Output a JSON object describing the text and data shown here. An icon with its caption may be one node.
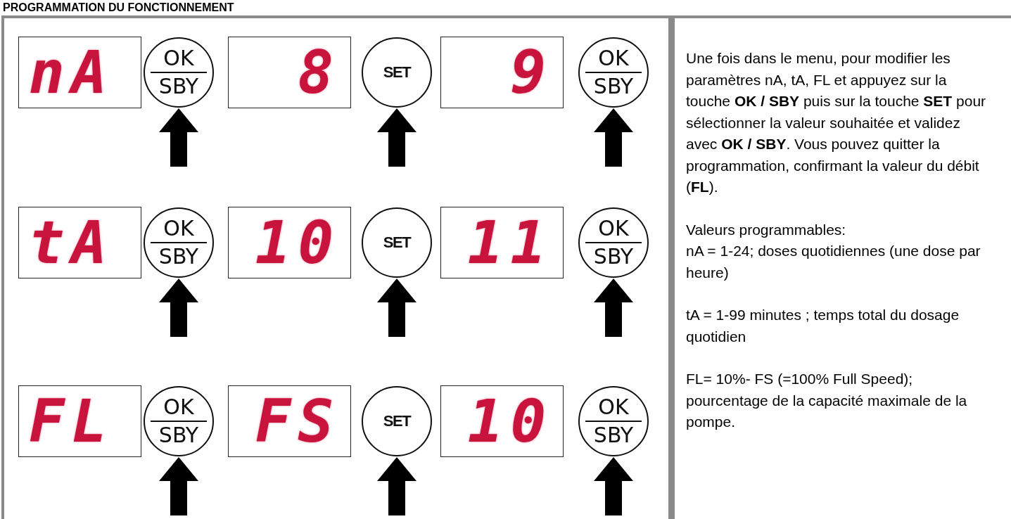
{
  "diagram": {
    "title": "PROGRAMMATION DU FONCTIONNEMENT",
    "nodes": [
      {
        "text": [
          "nA"
        ]
      },
      {
        "text": [
          "OK",
          "SBY"
        ]
      },
      {
        "text": [
          "8"
        ]
      },
      {
        "text": [
          "SET"
        ]
      },
      {
        "text": [
          "9"
        ]
      },
      {
        "text": [
          "OK",
          "SBY"
        ]
      },
      {
        "text": [
          "tA"
        ]
      },
      {
        "text": [
          "OK",
          "SBY"
        ]
      },
      {
        "text": [
          "10"
        ]
      },
      {
        "text": [
          "SET"
        ]
      },
      {
        "text": [
          "11"
        ]
      },
      {
        "text": [
          "OK",
          "SBY"
        ]
      },
      {
        "text": [
          "FL"
        ]
      },
      {
        "text": [
          "OK",
          "SBY"
        ]
      },
      {
        "text": [
          "FS"
        ]
      },
      {
        "text": [
          "SET"
        ]
      },
      {
        "text": [
          "10"
        ]
      },
      {
        "text": [
          "OK",
          "SBY"
        ]
      }
    ],
    "edges": [
      {
        "from": null,
        "to": 1,
        "arrow": "to"
      },
      {
        "from": null,
        "to": 3,
        "arrow": "to"
      },
      {
        "from": null,
        "to": 5,
        "arrow": "to"
      },
      {
        "from": null,
        "to": 7,
        "arrow": "to"
      },
      {
        "from": null,
        "to": 9,
        "arrow": "to"
      },
      {
        "from": null,
        "to": 11,
        "arrow": "to"
      },
      {
        "from": null,
        "to": 13,
        "arrow": "to"
      },
      {
        "from": null,
        "to": 15,
        "arrow": "to"
      },
      {
        "from": null,
        "to": 17,
        "arrow": "to"
      }
    ],
    "labels": [
      "Une fois dans le menu, pour modifier les paramètres nA, tA, FL et appuyez sur la touche **OK / SBY** puis sur la touche **SET** pour sélectionner la valeur souhaitée et validez avec **OK / SBY**. Vous pouvez quitter la programmation, confirmant la valeur du débit (**FL**).",
      "Valeurs programmables:",
      "nA = 1-24; doses quotidiennes (une dose par heure)",
      "tA = 1-99 minutes ; temps total du dosage quotidien",
      "FL= 10%- FS (=100% Full Speed); pourcentage de la capacité maximale de la pompe."
    ]
  }
}
